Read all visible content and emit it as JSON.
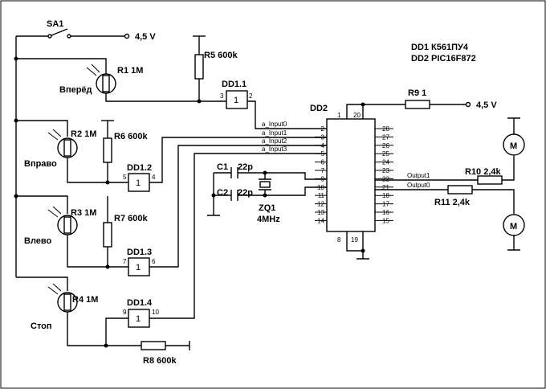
{
  "legend": {
    "line1": "DD1 К561ПУ4",
    "line2": "DD2 PIC16F872"
  },
  "switch": {
    "label": "SA1"
  },
  "power": {
    "v1": "4,5 V",
    "v2": "4,5 V"
  },
  "resistors": {
    "r1": "R1 1M",
    "r2": "R2 1M",
    "r3": "R3 1M",
    "r4": "R4 1M",
    "r5": "R5 600k",
    "r6": "R6 600k",
    "r7": "R7 600k",
    "r8": "R8 600k",
    "r9": "R9 1",
    "r10": "R10 2,4k",
    "r11": "R11 2,4k"
  },
  "sensors": {
    "forward": "Вперёд",
    "right": "Вправо",
    "left": "Влево",
    "stop": "Стоп"
  },
  "gates": {
    "dd11": "DD1.1",
    "dd12": "DD1.2",
    "dd13": "DD1.3",
    "dd14": "DD1.4",
    "one": "1"
  },
  "mcu": {
    "label": "DD2"
  },
  "pins": {
    "p3": "3",
    "p2": "2",
    "p5": "5",
    "p4": "4",
    "p7": "7",
    "p6": "6",
    "p9": "9",
    "p10": "10",
    "left": [
      "2",
      "3",
      "4",
      "5",
      "6",
      "7",
      "9",
      "10",
      "11",
      "12",
      "13",
      "14"
    ],
    "right": [
      "28",
      "27",
      "26",
      "25",
      "24",
      "23",
      "22",
      "21",
      "18",
      "17",
      "16",
      "15"
    ],
    "top1": "1",
    "top20": "20",
    "bot8": "8",
    "bot19": "19"
  },
  "nets": {
    "in0": "a_Input0",
    "in1": "a_Input1",
    "in2": "a_Input2",
    "in3": "a_Input3",
    "out1": "Output1",
    "out0": "Output0"
  },
  "caps": {
    "c1": "C1",
    "c2": "C2",
    "c1v": "22p",
    "c2v": "22p"
  },
  "crystal": {
    "name": "ZQ1",
    "freq": "4MHz"
  },
  "motor": {
    "m": "M"
  }
}
